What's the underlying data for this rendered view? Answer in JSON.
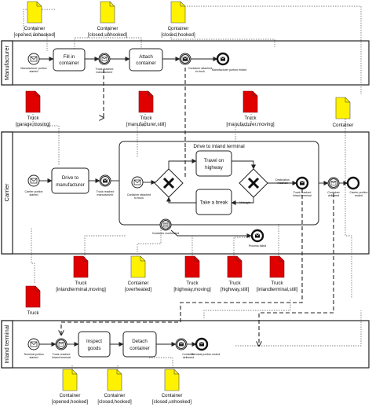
{
  "lanes": {
    "manufacturer": "Manufacturer",
    "carrier": "Carrier",
    "inland": "Inland terminal"
  },
  "tasks": {
    "fill": [
      "Fill in",
      "container"
    ],
    "attach": [
      "Attach",
      "container"
    ],
    "drive": [
      "Drive to",
      "manufacturer"
    ],
    "travel": [
      "Travel on",
      "highway"
    ],
    "brk": [
      "Take a break"
    ],
    "inspect": [
      "Inspect",
      "goods"
    ],
    "detach": [
      "Detach",
      "container"
    ]
  },
  "subprocess": "Drive to inland terminal",
  "events": {
    "m_start": [
      "Manufacturer portion",
      "started"
    ],
    "m_truck": [
      "Truck reached",
      "manufacturer"
    ],
    "m_attached": [
      "Container attached",
      "to truck"
    ],
    "m_end": [
      "Manufacturer portion ended"
    ],
    "c_start": [
      "Carrier portion",
      "started"
    ],
    "c_truck": [
      "Truck reached",
      "manufacturer"
    ],
    "c_attached": [
      "Container attached",
      "to truck"
    ],
    "c_dest": [
      "Destination",
      "reached"
    ],
    "c_midnight": [
      "Midnight"
    ],
    "c_inland": [
      "Truck reached",
      "Inland terminal"
    ],
    "c_delivered": [
      "Container",
      "delivered"
    ],
    "c_end": [
      "Carrier portion",
      "ended"
    ],
    "c_overheated": [
      "Container overheated"
    ],
    "c_failed": [
      "Process failed"
    ],
    "i_start": [
      "Terminal portion",
      "started"
    ],
    "i_truck": [
      "Truck reached",
      "Inland terminal"
    ],
    "i_delivered": [
      "Container",
      "delivered"
    ],
    "i_end": [
      "Terminal portion ended"
    ]
  },
  "objects": {
    "ct1": [
      "Container",
      "[opened,unhooked]"
    ],
    "ct2": [
      "Container",
      "[closed,unhooked]"
    ],
    "ct3": [
      "Container",
      "[closed,hooked]"
    ],
    "tr1": [
      "Truck",
      "[garage,moving]"
    ],
    "tr2": [
      "Truck",
      "[manufacturer,still]"
    ],
    "tr3": [
      "Truck",
      "[manufacturer,moving]"
    ],
    "ct4": [
      "Container"
    ],
    "tr4": [
      "Truck",
      "[inlandterminal,moving]"
    ],
    "ct5": [
      "Container",
      "[overheated]"
    ],
    "tr5": [
      "Truck",
      "[highway,moving]"
    ],
    "tr6": [
      "Truck",
      "[highway,still]"
    ],
    "tr7": [
      "Truck",
      "[inlandterminal,still]"
    ],
    "tr8": [
      "Truck"
    ],
    "ct6": [
      "Container",
      "[opened,hooked]"
    ],
    "ct7": [
      "Container",
      "[closed,hooked]"
    ],
    "ct8": [
      "Container",
      "[closed,unhooked]"
    ]
  },
  "colors": {
    "container": "#fff200",
    "truck": "#e00000"
  },
  "icons": {
    "start_event": "envelope-icon",
    "end_event": "envelope-icon",
    "gateway": "x-icon",
    "timer": "clock-icon"
  }
}
